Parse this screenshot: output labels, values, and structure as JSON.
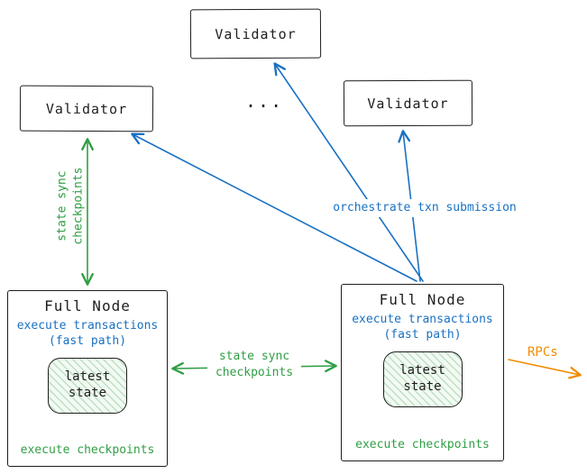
{
  "nodes": {
    "validator_top": {
      "label": "Validator"
    },
    "validator_left": {
      "label": "Validator"
    },
    "validator_right": {
      "label": "Validator"
    },
    "ellipsis": "...",
    "full_node_left": {
      "title": "Full Node",
      "line1": "execute transactions",
      "line2": "(fast path)",
      "state_line1": "latest",
      "state_line2": "state",
      "footer": "execute checkpoints"
    },
    "full_node_right": {
      "title": "Full Node",
      "line1": "execute transactions",
      "line2": "(fast path)",
      "state_line1": "latest",
      "state_line2": "state",
      "footer": "execute checkpoints"
    }
  },
  "edges": {
    "state_sync_left": {
      "line1": "state sync",
      "line2": "checkpoints"
    },
    "state_sync_middle": {
      "line1": "state sync",
      "line2": "checkpoints"
    },
    "orchestrate": {
      "label": "orchestrate txn submission"
    },
    "rpcs": {
      "label": "RPCs"
    }
  },
  "colors": {
    "ink": "#1e1e1e",
    "blue": "#1971c2",
    "green": "#2f9e44",
    "orange": "#f08c00"
  }
}
